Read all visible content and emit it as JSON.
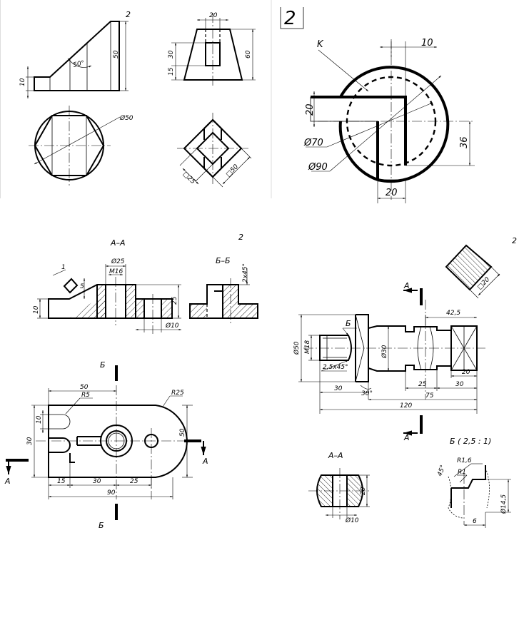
{
  "panel_tl": {
    "sheet_no": "2",
    "dims": {
      "d10": "10",
      "d50_side": "50",
      "angle50": "50°",
      "d20_top": "20",
      "d30": "30",
      "d15": "15",
      "d60": "60",
      "dia50": "Ø50",
      "sq25": "□25",
      "sq50": "□50"
    }
  },
  "panel_tr": {
    "sheet_no": "2",
    "leader_k": "K",
    "dims": {
      "d10": "10",
      "d20_left": "20",
      "d36": "36",
      "d20_bottom": "20",
      "dia70": "Ø70",
      "dia90": "Ø90"
    }
  },
  "panel_bl": {
    "sheet_no": "2",
    "section_aa": "A–A",
    "section_bb": "Б–Б",
    "mark_a": "A",
    "mark_b": "Б",
    "dims": {
      "dia25": "Ø25",
      "m16": "M16",
      "d1": "1",
      "d5": "5",
      "d10_left": "10",
      "d25": "25",
      "dia10": "Ø10",
      "chamfer": "2х45°",
      "d50": "50",
      "r5": "R5",
      "r25": "R25",
      "d10_slot": "10",
      "d30_left": "30",
      "d50_right": "50",
      "d15": "15",
      "d30_bottom": "30",
      "d25_bottom": "25",
      "d90": "90"
    }
  },
  "panel_br": {
    "sheet_no": "2",
    "section_aa": "A–A",
    "mark_a": "A",
    "mark_b": "Б",
    "detail_b": "Б ( 2,5 : 1)",
    "dims": {
      "sq20": "□20",
      "d42_5": "42,5",
      "dia50": "Ø50",
      "m18": "M18",
      "chamfer": "2,5х45°",
      "dia30": "Ø30",
      "d20_right": "20",
      "d30_a": "30",
      "d30_angle": "30°",
      "d25": "25",
      "d30_b": "30",
      "d75": "75",
      "d120": "120",
      "d20_sec": "20",
      "dia10_sec": "Ø10",
      "r1_6": "R1,6",
      "r1": "R1",
      "a45": "45°",
      "dia14_5": "Ø14,5",
      "d6": "6"
    }
  }
}
